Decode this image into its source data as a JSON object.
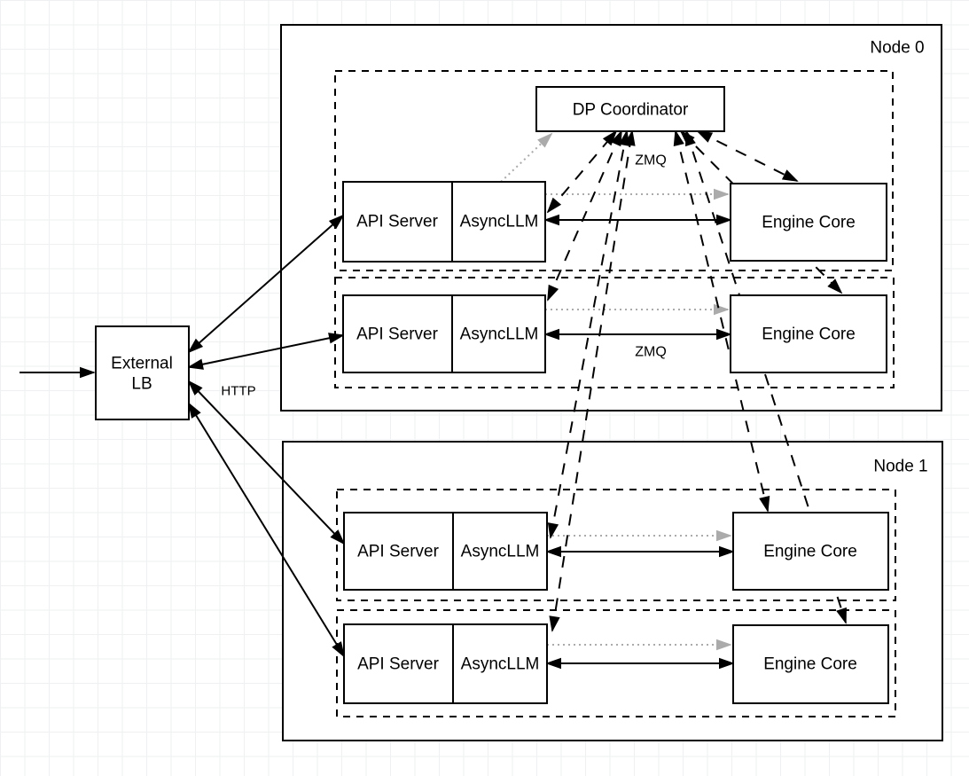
{
  "diagram": {
    "type": "architecture-diagram",
    "description": "Data-parallel LLM serving deployment with external load balancer, per-node API servers and engine cores, and a DP coordinator",
    "colors": {
      "stroke": "#000000",
      "dotted_edge": "#ababab",
      "box_fill": "#ffffff",
      "grid": "#eef0f2",
      "background": "#ffffff"
    },
    "external_lb": {
      "line1": "External",
      "line2": "LB"
    },
    "nodes": [
      {
        "label": "Node 0"
      },
      {
        "label": "Node 1"
      }
    ],
    "coordinator": {
      "label": "DP Coordinator"
    },
    "workers": [
      {
        "node": "Node 0",
        "api_server": "API Server",
        "async_llm": "AsyncLLM",
        "engine_core": "Engine Core"
      },
      {
        "node": "Node 0",
        "api_server": "API Server",
        "async_llm": "AsyncLLM",
        "engine_core": "Engine Core"
      },
      {
        "node": "Node 1",
        "api_server": "API Server",
        "async_llm": "AsyncLLM",
        "engine_core": "Engine Core"
      },
      {
        "node": "Node 1",
        "api_server": "API Server",
        "async_llm": "AsyncLLM",
        "engine_core": "Engine Core"
      }
    ],
    "edge_labels": {
      "http": "HTTP",
      "zmq_coordinator": "ZMQ",
      "zmq_engine": "ZMQ"
    },
    "edges": [
      {
        "from": "internet",
        "to": "external-lb",
        "style": "solid",
        "arrows": "to"
      },
      {
        "from": "external-lb",
        "to": "api-server-1",
        "style": "solid",
        "arrows": "both",
        "protocol": "HTTP"
      },
      {
        "from": "external-lb",
        "to": "api-server-2",
        "style": "solid",
        "arrows": "both",
        "protocol": "HTTP"
      },
      {
        "from": "external-lb",
        "to": "api-server-3",
        "style": "solid",
        "arrows": "both",
        "protocol": "HTTP"
      },
      {
        "from": "external-lb",
        "to": "api-server-4",
        "style": "solid",
        "arrows": "both",
        "protocol": "HTTP"
      },
      {
        "from": "async-llm-1",
        "to": "engine-core-1",
        "style": "solid",
        "arrows": "both",
        "protocol": "ZMQ"
      },
      {
        "from": "async-llm-2",
        "to": "engine-core-2",
        "style": "solid",
        "arrows": "both",
        "protocol": "ZMQ"
      },
      {
        "from": "async-llm-3",
        "to": "engine-core-3",
        "style": "solid",
        "arrows": "both",
        "protocol": "ZMQ"
      },
      {
        "from": "async-llm-4",
        "to": "engine-core-4",
        "style": "solid",
        "arrows": "both",
        "protocol": "ZMQ"
      },
      {
        "from": "async-llm-1",
        "to": "engine-core-1",
        "style": "dotted-gray",
        "arrows": "to"
      },
      {
        "from": "async-llm-2",
        "to": "engine-core-2",
        "style": "dotted-gray",
        "arrows": "to"
      },
      {
        "from": "async-llm-3",
        "to": "engine-core-3",
        "style": "dotted-gray",
        "arrows": "to"
      },
      {
        "from": "async-llm-4",
        "to": "engine-core-4",
        "style": "dotted-gray",
        "arrows": "to"
      },
      {
        "from": "async-llm-1",
        "to": "dp-coordinator",
        "style": "dotted-gray",
        "arrows": "to"
      },
      {
        "from": "dp-coordinator",
        "to": "async-llm-1",
        "style": "dashed",
        "arrows": "both",
        "protocol": "ZMQ"
      },
      {
        "from": "dp-coordinator",
        "to": "async-llm-2",
        "style": "dashed",
        "arrows": "both",
        "protocol": "ZMQ"
      },
      {
        "from": "dp-coordinator",
        "to": "async-llm-3",
        "style": "dashed",
        "arrows": "both",
        "protocol": "ZMQ"
      },
      {
        "from": "dp-coordinator",
        "to": "async-llm-4",
        "style": "dashed",
        "arrows": "both",
        "protocol": "ZMQ"
      },
      {
        "from": "dp-coordinator",
        "to": "engine-core-1",
        "style": "dashed",
        "arrows": "both",
        "protocol": "ZMQ"
      },
      {
        "from": "dp-coordinator",
        "to": "engine-core-2",
        "style": "dashed",
        "arrows": "both",
        "protocol": "ZMQ"
      },
      {
        "from": "dp-coordinator",
        "to": "engine-core-3",
        "style": "dashed",
        "arrows": "both",
        "protocol": "ZMQ"
      },
      {
        "from": "dp-coordinator",
        "to": "engine-core-4",
        "style": "dashed",
        "arrows": "both",
        "protocol": "ZMQ"
      }
    ]
  }
}
